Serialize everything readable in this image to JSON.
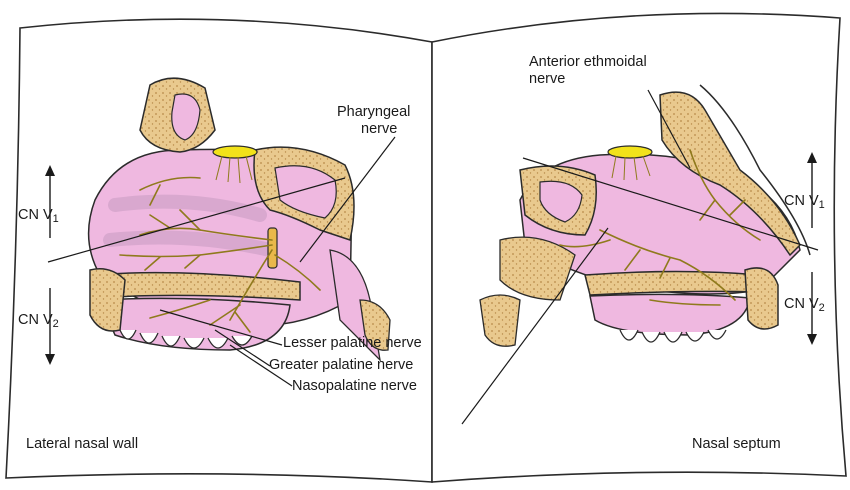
{
  "colors": {
    "bone": "#e9c98e",
    "bone_dots": "#b88a4a",
    "mucosa": "#efb8e0",
    "nerve": "#8f7a1c",
    "ganglion": "#f2e21a",
    "outline": "#2b2b2b",
    "paper": "#ffffff"
  },
  "labels": {
    "pharyngeal": [
      "Pharyngeal",
      "nerve"
    ],
    "anterior_ethmoidal": [
      "Anterior ethmoidal",
      "nerve"
    ],
    "lesser_palatine": "Lesser palatine nerve",
    "greater_palatine": "Greater palatine nerve",
    "nasopalatine": "Nasopalatine nerve",
    "lateral_wall": "Lateral nasal wall",
    "septum": "Nasal septum"
  },
  "divisions": {
    "left_v1": {
      "prefix": "CN V",
      "sub": "1"
    },
    "left_v2": {
      "prefix": "CN V",
      "sub": "2"
    },
    "right_v1": {
      "prefix": "CN V",
      "sub": "1"
    },
    "right_v2": {
      "prefix": "CN V",
      "sub": "2"
    }
  }
}
